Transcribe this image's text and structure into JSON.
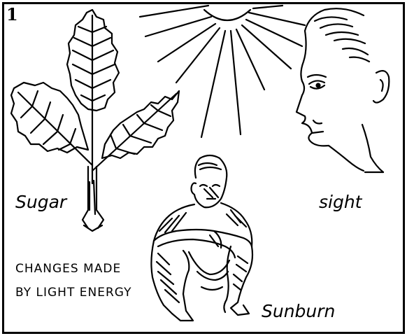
{
  "panel": {
    "number": "1",
    "labels": {
      "sugar": "Sugar",
      "sight": "sight",
      "sunburn": "Sunburn"
    },
    "caption": {
      "line1": "CHANGES MADE",
      "line2": "BY LIGHT ENERGY"
    }
  },
  "icons": [
    "sun-icon",
    "leaf-branch-icon",
    "face-profile-icon",
    "crouching-child-icon"
  ],
  "colors": {
    "ink": "#000000",
    "paper": "#ffffff"
  }
}
